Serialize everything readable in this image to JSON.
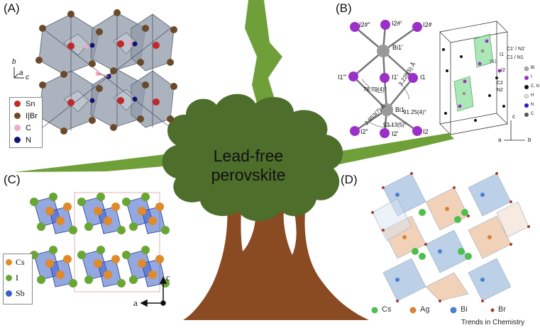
{
  "center_label": {
    "line1": "Lead-free",
    "line2": "perovskite"
  },
  "panels": {
    "a": {
      "label": "(A)",
      "axes": {
        "b": "b",
        "a": "a",
        "c": "c"
      },
      "legend": [
        {
          "symbol": "Sn",
          "color": "#c0282a"
        },
        {
          "symbol": "I|Br",
          "color": "#6a4a2a"
        },
        {
          "symbol": "C",
          "color": "#f2a8c8"
        },
        {
          "symbol": "N",
          "color": "#14146e"
        }
      ]
    },
    "b": {
      "label": "(B)",
      "atom_labels": [
        "I2#\"",
        "I2#'",
        "I2#",
        "Bi1'",
        "I1\"'",
        "I1'",
        "I1",
        "Bi1",
        "I2\"",
        "I2'",
        "I2"
      ],
      "measurements": [
        "78.79(4)°",
        "3.228(5) Å",
        "91.25(4)°",
        "2.953(7) Å",
        "93.13(5)°"
      ],
      "cell_labels": [
        "C1' / N1'",
        "C1 / N1",
        "I1",
        "Bi1",
        "I2",
        "C2",
        "N2"
      ],
      "legend": [
        {
          "symbol": "Bi",
          "color": "#aaaaaa"
        },
        {
          "symbol": "I",
          "color": "#9b30c8"
        },
        {
          "symbol": "C, N",
          "color": "#111111"
        },
        {
          "symbol": "H",
          "color": "#dddddd"
        },
        {
          "symbol": "N",
          "color": "#2020c0"
        },
        {
          "symbol": "C",
          "color": "#555555"
        }
      ],
      "axes": {
        "c": "c",
        "a": "a",
        "b": "b"
      }
    },
    "c": {
      "label": "(C)",
      "legend": [
        {
          "symbol": "Cs",
          "color": "#e08a2a"
        },
        {
          "symbol": "I",
          "color": "#6aa632"
        },
        {
          "symbol": "Sb",
          "color": "#3a5fc8"
        }
      ],
      "axes": {
        "c": "c",
        "a": "a"
      }
    },
    "d": {
      "label": "(D)",
      "legend": [
        {
          "symbol": "Cs",
          "color": "#4cc04c"
        },
        {
          "symbol": "Ag",
          "color": "#d9823a"
        },
        {
          "symbol": "Bi",
          "color": "#4a7fd0"
        },
        {
          "symbol": "Br",
          "color": "#a83a2a"
        }
      ]
    }
  },
  "credit": "Trends in Chemistry",
  "colors": {
    "tree_canopy": "#4e6e2c",
    "tree_trunk": "#8a4a22",
    "branch": "#6f9f38",
    "octahedron_gray": "#8f99a8",
    "octahedron_blue": "#8fb0d8",
    "octahedron_orange": "#e8b48a",
    "octahedron_green": "#8fe0a0"
  }
}
